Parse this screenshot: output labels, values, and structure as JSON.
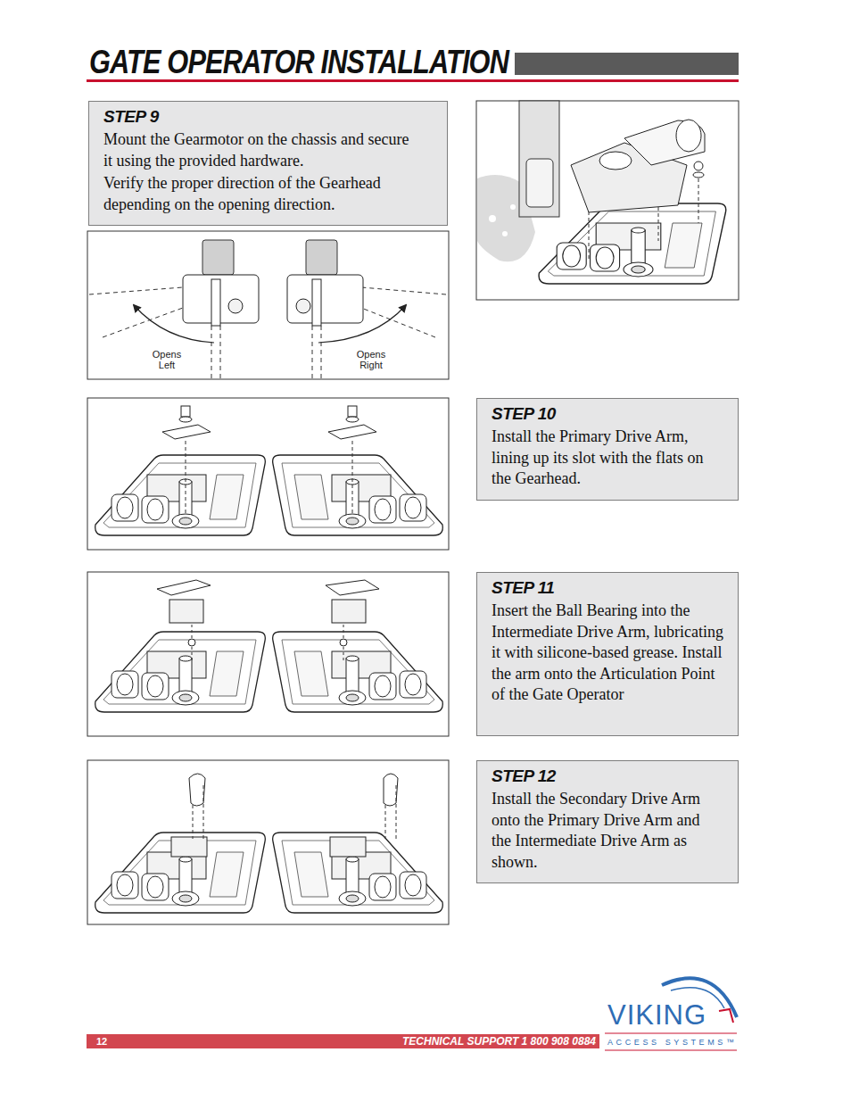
{
  "diagram": {
    "title": "GATE OPERATOR INSTALLATION",
    "nodes": [
      {
        "text": [
          "STEP 9",
          "Mount the Gearmotor on the chassis and secure it using the provided hardware.",
          "Verify the proper direction of the Gearhead depending on the opening direction."
        ]
      },
      {
        "text": [
          "STEP 10",
          "Install the Primary Drive Arm, lining up its slot with the flats on the Gearhead."
        ]
      },
      {
        "text": [
          "STEP 11",
          "Insert the Ball Bearing into the Intermediate Drive Arm, lubricating it with silicone-based grease. Install the arm onto the Articulation Point of the Gate Operator"
        ]
      },
      {
        "text": [
          "STEP 12",
          "Install the Secondary Drive Arm onto the Primary Drive Arm and the Intermediate Drive Arm as shown."
        ]
      }
    ],
    "labels": [
      "Opens Left",
      "Opens Right",
      "12",
      "TECHNICAL SUPPORT 1 800 908 0884",
      "VIKING",
      "ACCESS SYSTEMS™"
    ]
  }
}
